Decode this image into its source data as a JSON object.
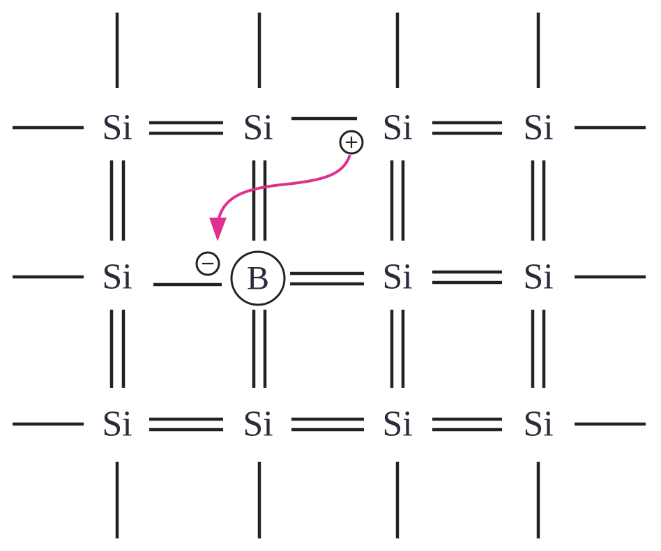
{
  "lattice": {
    "atoms": [
      [
        "Si",
        "Si",
        "Si",
        "Si"
      ],
      [
        "Si",
        "B",
        "Si",
        "Si"
      ],
      [
        "Si",
        "Si",
        "Si",
        "Si"
      ]
    ],
    "dopant": {
      "symbol": "B",
      "row": 1,
      "col": 1,
      "charge_symbol": "−"
    },
    "hole": {
      "charge_symbol": "+"
    },
    "colors": {
      "bonds": "#222222",
      "text": "#2a2a3a",
      "arrow": "#e0308f"
    }
  }
}
